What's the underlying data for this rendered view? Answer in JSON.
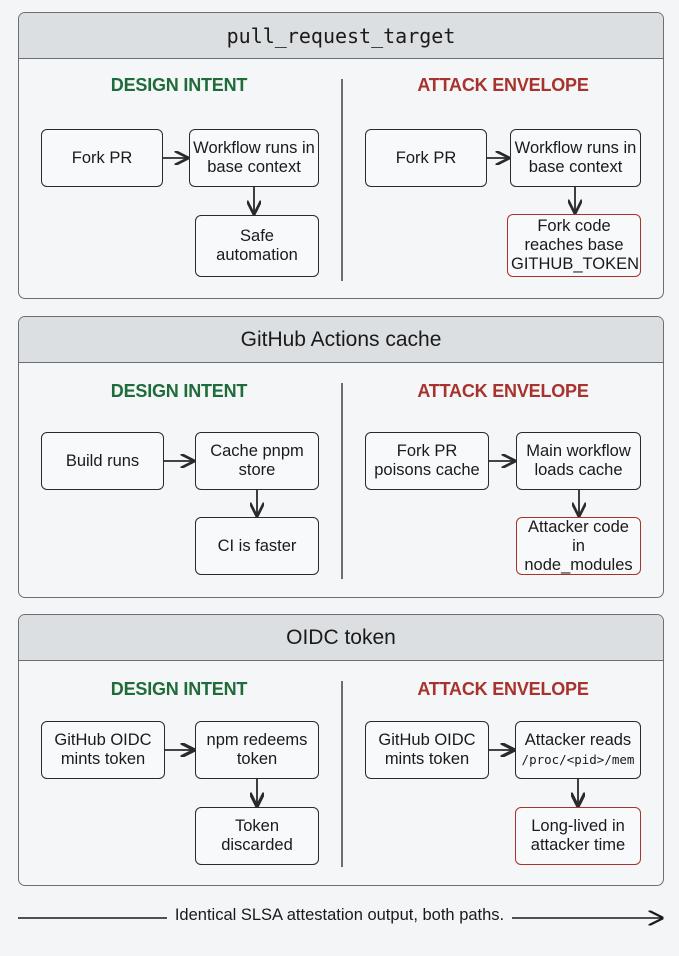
{
  "panels": [
    {
      "title": "pull_request_target",
      "intent_label": "DESIGN INTENT",
      "attack_label": "ATTACK ENVELOPE",
      "intent_boxes": [
        "Fork PR",
        "Workflow runs in base context",
        "Safe automation"
      ],
      "attack_boxes": [
        "Fork PR",
        "Workflow runs in base context",
        "Fork code reaches base GITHUB_TOKEN"
      ]
    },
    {
      "title": "GitHub Actions cache",
      "intent_label": "DESIGN INTENT",
      "attack_label": "ATTACK ENVELOPE",
      "intent_boxes": [
        "Build runs",
        "Cache pnpm store",
        "CI is faster"
      ],
      "attack_boxes": [
        "Fork PR poisons cache",
        "Main workflow loads cache",
        "Attacker code in node_modules"
      ]
    },
    {
      "title": "OIDC token",
      "intent_label": "DESIGN INTENT",
      "attack_label": "ATTACK ENVELOPE",
      "intent_boxes": [
        "GitHub OIDC mints token",
        "npm redeems token",
        "Token discarded"
      ],
      "attack_boxes": [
        "GitHub OIDC mints token",
        "Attacker reads /proc/<pid>/mem",
        "Long-lived in attacker time"
      ]
    }
  ],
  "footer": "Identical SLSA attestation output, both paths.",
  "colors": {
    "intent": "#1f6b3a",
    "attack": "#a8322d",
    "border": "#6b6f73"
  }
}
